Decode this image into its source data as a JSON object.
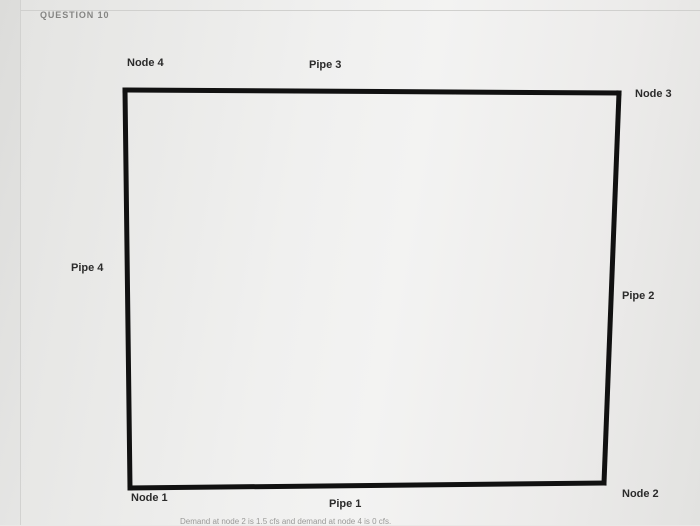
{
  "question": {
    "title": "QUESTION 10"
  },
  "diagram": {
    "nodes": {
      "node1": "Node 1",
      "node2": "Node 2",
      "node3": "Node 3",
      "node4": "Node 4"
    },
    "pipes": {
      "pipe1": "Pipe 1",
      "pipe2": "Pipe 2",
      "pipe3": "Pipe 3",
      "pipe4": "Pipe 4"
    }
  },
  "footnote": "Demand at node 2 is 1.5 cfs and demand at node 4 is 0 cfs."
}
